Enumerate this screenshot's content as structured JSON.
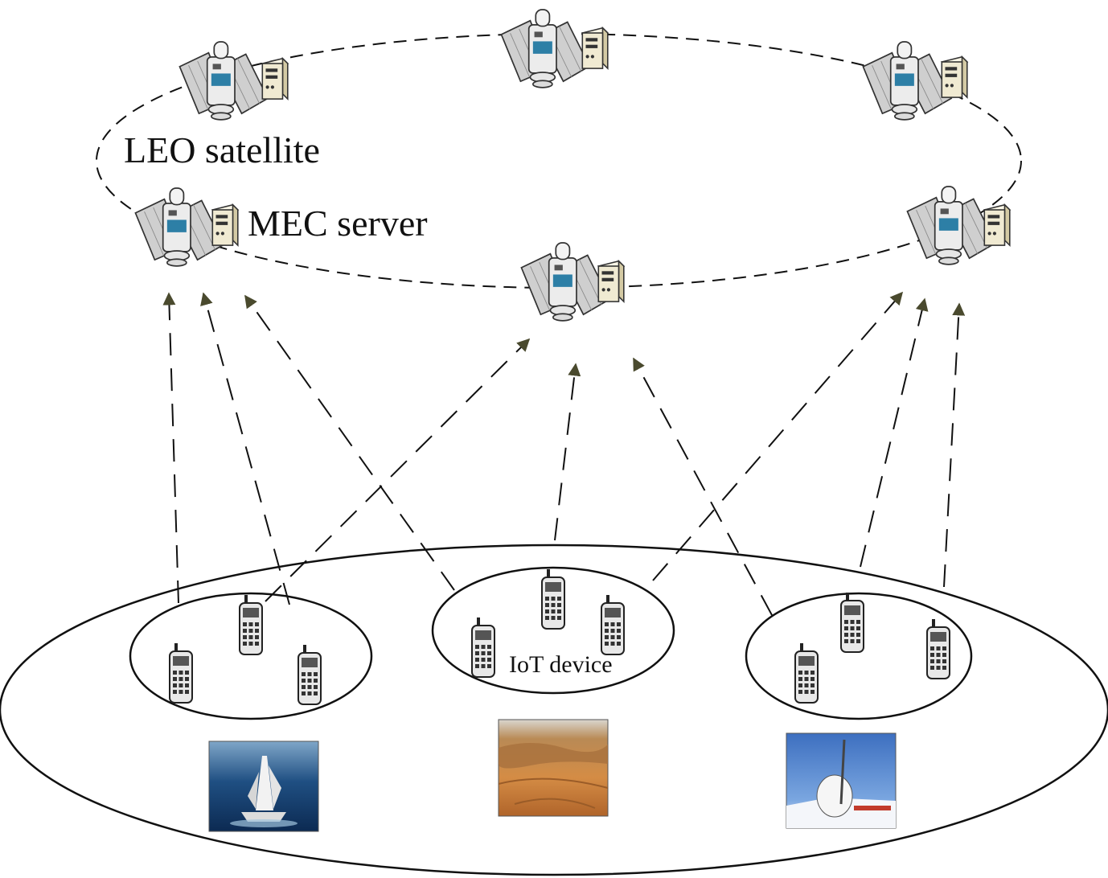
{
  "labels": {
    "satellite": "LEO satellite",
    "server": "MEC server",
    "device": "IoT device"
  },
  "icons": {
    "satellite": "satellite-icon",
    "server": "server-icon",
    "device": "iot-device-icon",
    "scene_ocean": "ocean-ship-photo",
    "scene_desert": "desert-photo",
    "scene_arctic": "snow-antenna-photo"
  },
  "colors": {
    "line": "#111111",
    "arrow": "#4a4a2e",
    "satellite_body": "#eaeaea",
    "satellite_accent": "#2d7fa6",
    "server_body": "#f0ead2"
  }
}
